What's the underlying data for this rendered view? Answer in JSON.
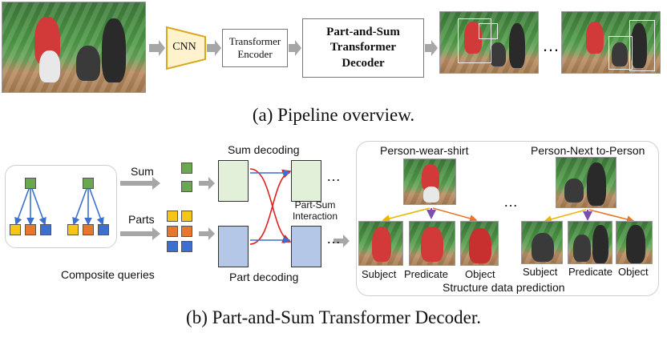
{
  "pipeline": {
    "cnn_label": "CNN",
    "encoder_label": "Transformer Encoder",
    "decoder_label": "Part-and-Sum Transformer Decoder",
    "ellipsis": "…",
    "caption": "(a) Pipeline overview."
  },
  "decoder_fig": {
    "sum_label": "Sum",
    "parts_label": "Parts",
    "sum_decoding": "Sum decoding",
    "part_decoding": "Part decoding",
    "interaction": "Part-Sum Interaction",
    "composite_queries": "Composite queries",
    "ellipsis": "…",
    "caption": "(b) Part-and-Sum Transformer Decoder."
  },
  "prediction": {
    "triplet_1": "Person-wear-shirt",
    "triplet_2": "Person-Next to-Person",
    "crop_labels_1": [
      "Subject",
      "Predicate",
      "Object"
    ],
    "crop_labels_2": [
      "Subject",
      "Predicate",
      "Object"
    ],
    "ellipsis": "…",
    "footer": "Structure data prediction"
  },
  "colors": {
    "sum_fill": "#e2f0d9",
    "part_fill": "#b4c7e7",
    "cnn_fill": "#fff2cc",
    "cnn_border": "#d6a81a",
    "interaction_arrow": "#e02020"
  }
}
